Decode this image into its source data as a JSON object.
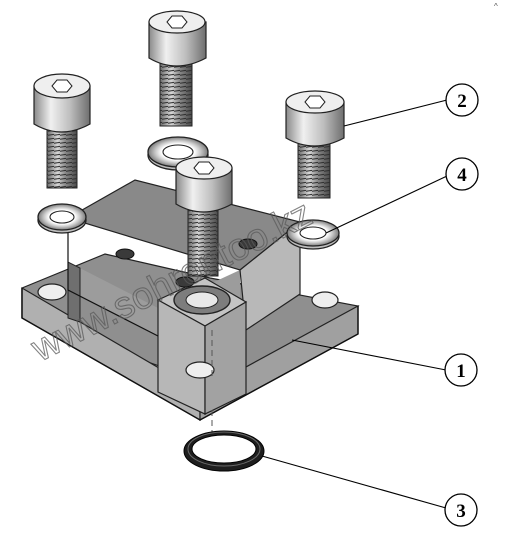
{
  "watermark": "www.sohrontoo.kz",
  "corner_mark": "^",
  "callouts": [
    {
      "id": "callout-1",
      "label": "1"
    },
    {
      "id": "callout-2",
      "label": "2"
    },
    {
      "id": "callout-3",
      "label": "3"
    },
    {
      "id": "callout-4",
      "label": "4"
    }
  ],
  "colors": {
    "body_top": "#8f8f8f",
    "body_front": "#b5b5b5",
    "body_side": "#a3a3a3",
    "metal_light": "#d9d9d9",
    "metal_mid": "#a8a8a8",
    "metal_dark": "#5c5c5c",
    "seal": "#1e1e1e"
  }
}
